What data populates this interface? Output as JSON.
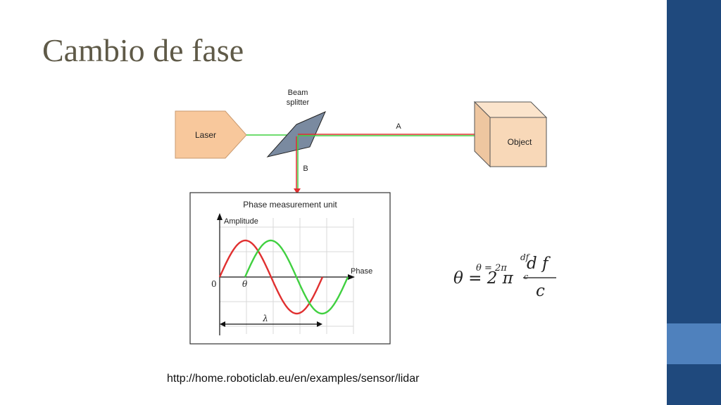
{
  "slide": {
    "title": "Cambio de fase",
    "source_url": "http://home.roboticlab.eu/en/examples/sensor/lidar"
  },
  "diagram": {
    "laser_label": "Laser",
    "splitter_label_line1": "Beam",
    "splitter_label_line2": "splitter",
    "object_label": "Object",
    "beam_a_label": "A",
    "beam_b_label": "B",
    "unit_title": "Phase measurement unit",
    "y_axis_label": "Amplitude",
    "x_axis_label": "Phase",
    "origin_label": "0",
    "theta_label": "θ",
    "lambda_label": "λ"
  },
  "formula": {
    "small_lhs": "θ = 2π",
    "small_num": "df",
    "small_den": "c",
    "lhs": "θ = 2 π",
    "num": "d f",
    "den": "c"
  },
  "colors": {
    "title": "#5f5a48",
    "accent_dark": "#1f497d",
    "accent_light": "#4f81bd",
    "laser_fill": "#f8c89c",
    "object_fill": "#f8d8b8",
    "splitter_fill": "#7a8aa0",
    "wave_red": "#e03030",
    "wave_green": "#40d040"
  }
}
